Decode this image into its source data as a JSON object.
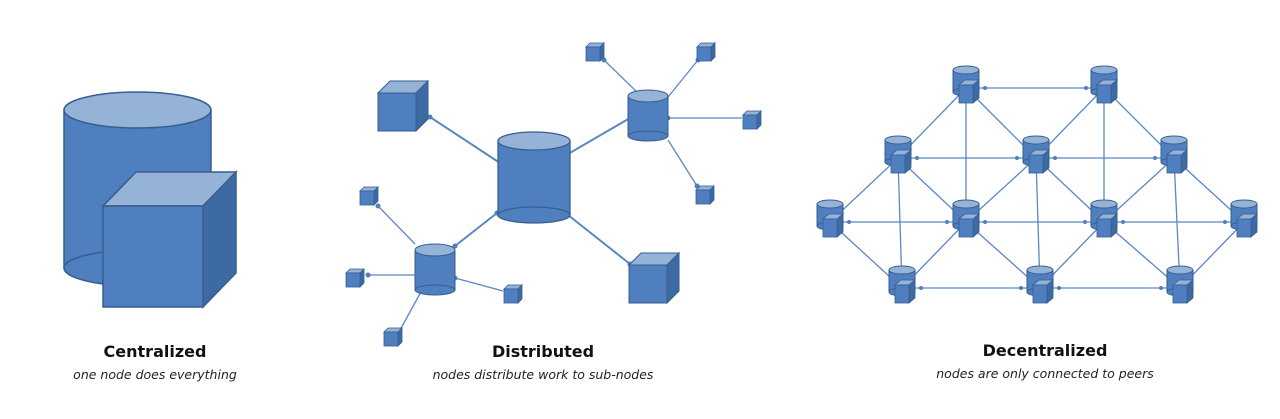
{
  "panels": [
    {
      "title": "Centralized",
      "subtitle": "one node does everything"
    },
    {
      "title": "Distributed",
      "subtitle": "nodes distribute work to sub-nodes"
    },
    {
      "title": "Decentralized",
      "subtitle": "nodes are only connected to peers"
    }
  ],
  "colors": {
    "node_fill": "#4f7fbf",
    "node_top": "#95b3d7",
    "node_side": "#3e6aa3",
    "node_stroke": "#365e91",
    "link": "#5b87c3"
  },
  "icons": {
    "server": "cylinder-icon",
    "client": "cube-icon",
    "peer": "peer-node-icon"
  }
}
